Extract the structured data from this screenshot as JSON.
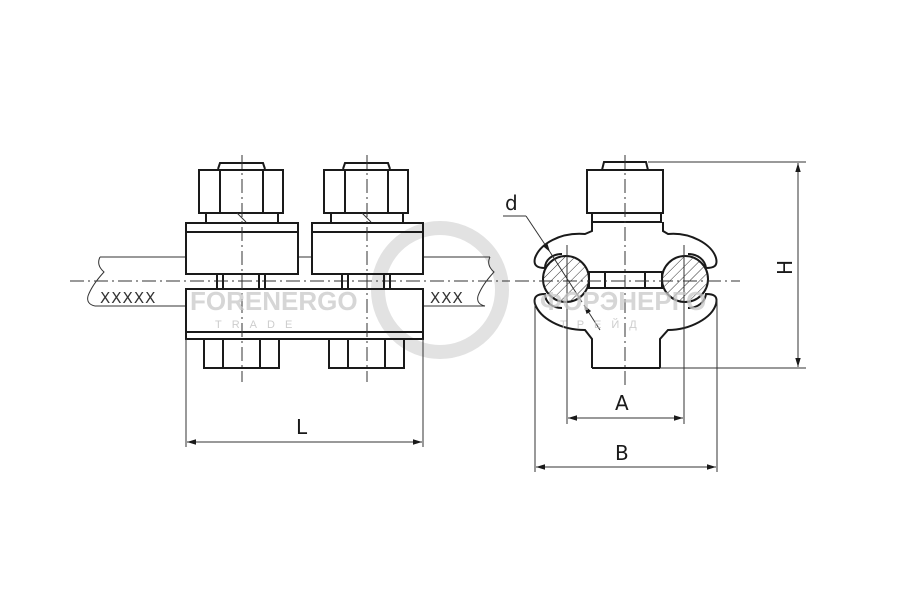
{
  "drawing": {
    "dimension_labels": {
      "length": "L",
      "height": "H",
      "inner_width": "A",
      "outer_width": "B",
      "diameter": "d"
    },
    "cable_marks": {
      "left": "XXXXX",
      "right": "XXX"
    },
    "watermark": {
      "brand_latin": "FORENERGO",
      "sub_latin": "TRADE",
      "brand_cyrillic": "ФОРЭНЕРГО",
      "sub_cyrillic": "ТРЕЙД"
    },
    "colors": {
      "line": "#1a1a1a",
      "watermark": "#d8d8d8",
      "background": "#ffffff"
    }
  }
}
